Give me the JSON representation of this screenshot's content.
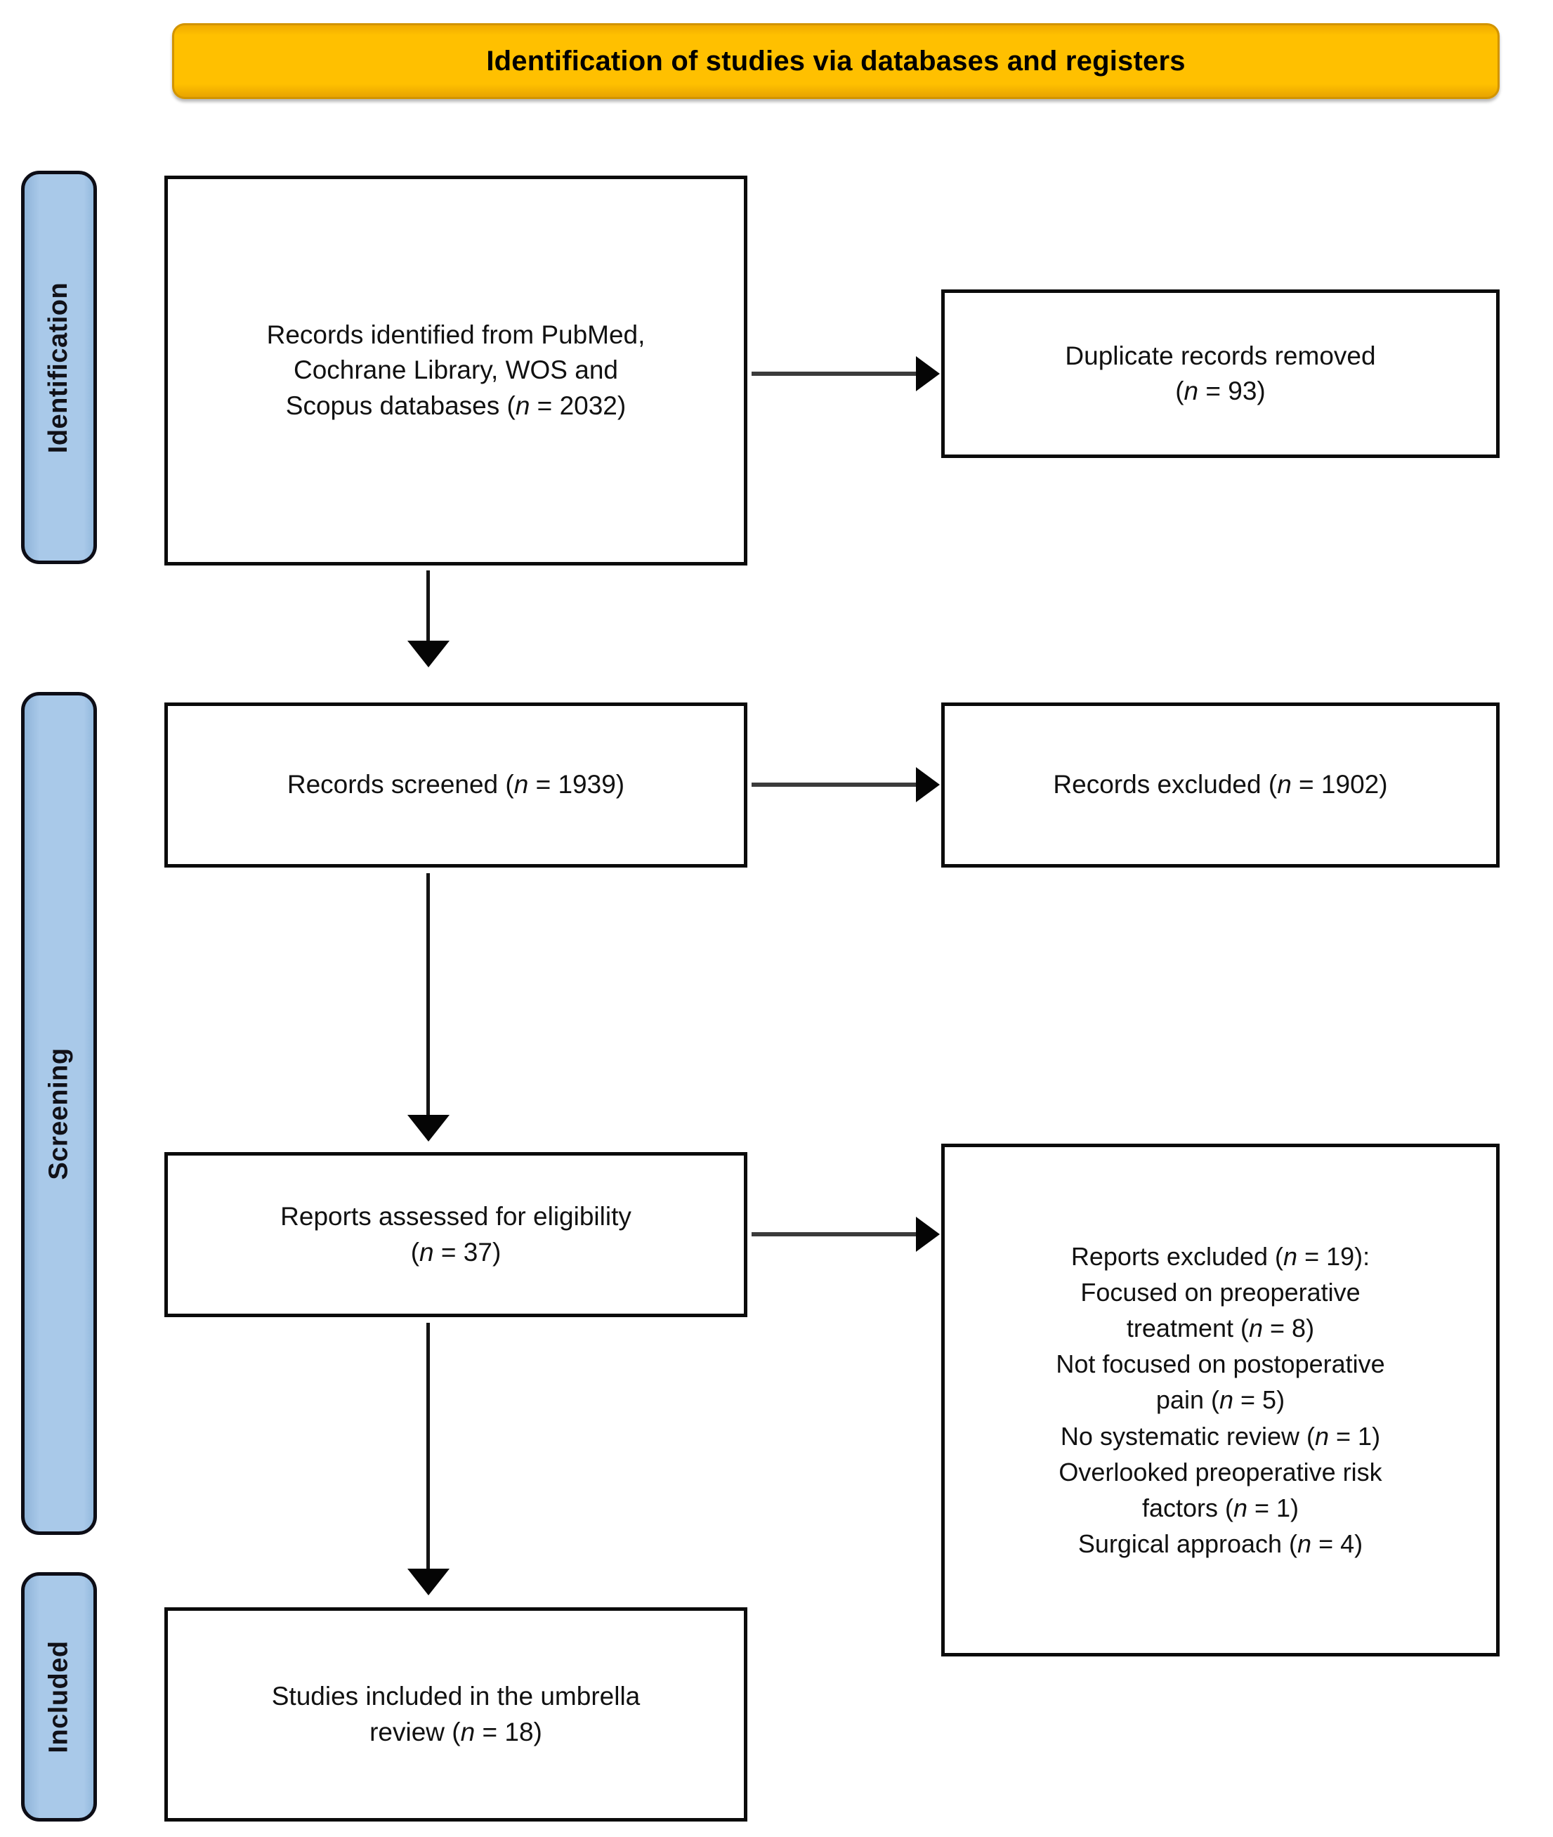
{
  "header": {
    "title": "Identification of studies via databases and registers",
    "bg_color": "#FFC000",
    "border_color": "#D29400",
    "text_color": "#000000"
  },
  "stages": {
    "bar_color": "#A9C9E9",
    "bar_border_color": "#0D0D16",
    "identification": "Identification",
    "screening": "Screening",
    "included": "Included"
  },
  "boxes": {
    "identified": {
      "line1": "Records identified from PubMed,",
      "line2": "Cochrane Library, WOS and",
      "line3_prefix": "Scopus databases (",
      "n_symbol": "n",
      "line3_suffix": " = 2032)",
      "count": 2032
    },
    "duplicates": {
      "line1": "Duplicate records removed",
      "line2_prefix": "(",
      "n_symbol": "n",
      "line2_suffix": " = 93)",
      "count": 93
    },
    "screened": {
      "prefix": "Records screened (",
      "n_symbol": "n",
      "suffix": " = 1939)",
      "count": 1939
    },
    "excluded": {
      "prefix": "Records excluded (",
      "n_symbol": "n",
      "suffix": " = 1902)",
      "count": 1902
    },
    "assessed": {
      "line1": "Reports assessed for eligibility",
      "line2_prefix": "(",
      "n_symbol": "n",
      "line2_suffix": " = 37)",
      "count": 37
    },
    "reports_excluded": {
      "heading_prefix": "Reports excluded (",
      "n_symbol": "n",
      "heading_suffix": " = 19):",
      "total": 19,
      "reasons": [
        {
          "text_a": "Focused on preoperative",
          "text_b": "treatment (",
          "n_symbol": "n",
          "text_c": " = 8)",
          "count": 8
        },
        {
          "text_a": "Not focused on postoperative",
          "text_b": "pain (",
          "n_symbol": "n",
          "text_c": " = 5)",
          "count": 5
        },
        {
          "text_a": "",
          "text_b": "No systematic review (",
          "n_symbol": "n",
          "text_c": " = 1)",
          "count": 1
        },
        {
          "text_a": "Overlooked preoperative risk",
          "text_b": "factors (",
          "n_symbol": "n",
          "text_c": " = 1)",
          "count": 1
        },
        {
          "text_a": "",
          "text_b": "Surgical approach (",
          "n_symbol": "n",
          "text_c": " = 4)",
          "count": 4
        }
      ]
    },
    "included": {
      "line1": "Studies included in the umbrella",
      "line2_prefix": "review (",
      "n_symbol": "n",
      "line2_suffix": " = 18)",
      "count": 18
    }
  }
}
